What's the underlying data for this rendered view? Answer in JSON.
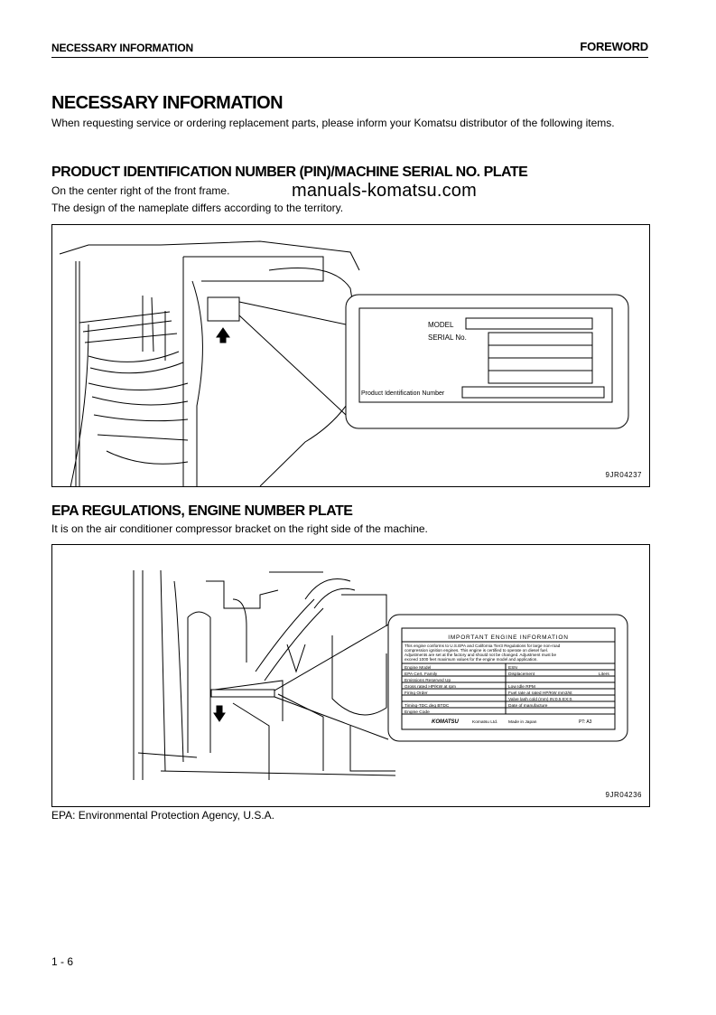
{
  "header": {
    "left": "NECESSARY INFORMATION",
    "right": "FOREWORD"
  },
  "title": "NECESSARY INFORMATION",
  "intro": "When requesting service or ordering replacement parts, please inform your Komatsu distributor of the following items.",
  "watermark": "manuals-komatsu.com",
  "section1": {
    "heading": "PRODUCT IDENTIFICATION NUMBER (PIN)/MACHINE SERIAL NO. PLATE",
    "line1": "On the center right of the front frame.",
    "line2": "The design of the nameplate differs according to the territory.",
    "figure": {
      "code": "9JR04237",
      "plate": {
        "model_label": "MODEL",
        "serial_label": "SERIAL No.",
        "pin_label": "Product Identification Number"
      }
    }
  },
  "section2": {
    "heading": "EPA REGULATIONS, ENGINE NUMBER PLATE",
    "line1": "It is on the air conditioner compressor bracket on the right side of the machine.",
    "figure": {
      "code": "9JR04236",
      "plate": {
        "title": "IMPORTANT  ENGINE  INFORMATION",
        "body_line1": "This engine conforms to      U.S.EPA and California Tier3 Regulations for large non-road",
        "body_line2": "compression ignition engines. This engine is certified to operate on diesel fuel.",
        "body_line3": "Adjustments are set at the factory and should not be changed. Adjustment must be",
        "body_line4": "exceed 1000 feet maximum values for the engine model and application.",
        "engine_model": "Engine Model",
        "esn": "ESN",
        "epa_cert_family": "EPA Cert. Family",
        "displacement": "Displacement",
        "liters": "Liters",
        "emissions": "Emissions Reserved Up",
        "gross_rated": "Gross rated HP/KW      at      rpm",
        "low_idle": "Low Idle RPM",
        "firing_order": "Firing Order",
        "fuel_rate": "Fuel rate at rated HP/KW       mm3/st",
        "valve_lash": "Valve lash cold (mm)   IN:0.5   EX:0.",
        "timing": "Timing-TDC        deg BTDC",
        "date": "Date of manufacture",
        "engine_code": "Engine Code",
        "brand": "KOMATSU",
        "maker": "Komatsu Ltd.",
        "made_in": "Made in Japan",
        "pt": "PT: A3"
      }
    }
  },
  "footnote": "EPA: Environmental Protection Agency, U.S.A.",
  "page_number": "1 - 6"
}
